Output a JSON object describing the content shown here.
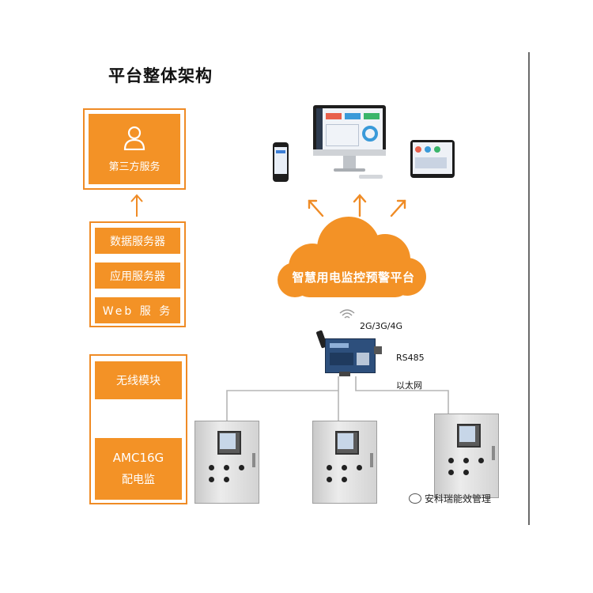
{
  "title": "平台整体架构",
  "left_column": {
    "third_party": {
      "label": "第三方服务",
      "icon": "user-icon"
    },
    "servers": [
      {
        "label": "数据服务器"
      },
      {
        "label": "应用服务器"
      },
      {
        "label": "Web 服 务"
      }
    ],
    "device": {
      "module_label": "无线模块",
      "model": "AMC16G",
      "model_sub": "配电监"
    }
  },
  "platform": {
    "cloud_label": "智慧用电监控预警平台",
    "clients": [
      "phone-icon",
      "desktop-monitor-icon",
      "tablet-icon"
    ]
  },
  "gateway": {
    "network_label": "2G/3G/4G",
    "bus_label": "RS485",
    "ethernet_label": "以太网",
    "icon": "gateway-icon"
  },
  "cabinets": [
    "cabinet-1",
    "cabinet-2",
    "cabinet-3"
  ],
  "watermark": "安科瑞能效管理",
  "colors": {
    "accent": "#f39226",
    "frame": "#ef8b25"
  }
}
